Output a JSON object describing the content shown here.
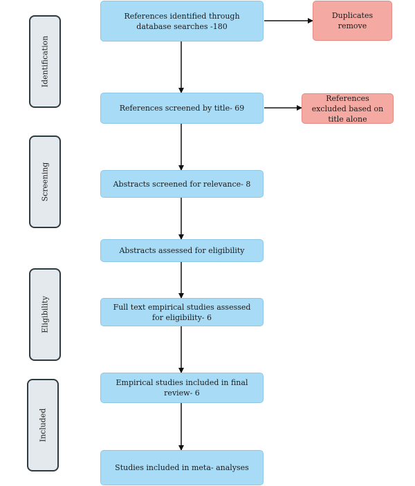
{
  "phases": [
    {
      "label": "Identification"
    },
    {
      "label": "Screening"
    },
    {
      "label": "Eligibility"
    },
    {
      "label": "Included"
    }
  ],
  "boxes": [
    {
      "label": "References identified through database searches -180"
    },
    {
      "label": "References screened by title- 69"
    },
    {
      "label": "Abstracts screened for relevance- 8"
    },
    {
      "label": "Abstracts assessed for eligibility"
    },
    {
      "label": "Full text empirical studies assessed for eligibility- 6"
    },
    {
      "label": "Empirical studies included in final review- 6"
    },
    {
      "label": "Studies included in meta- analyses"
    }
  ],
  "side_boxes": [
    {
      "label": "Duplicates remove"
    },
    {
      "label": "References excluded based on title alone"
    }
  ],
  "colors": {
    "step_fill": "#a8dcf6",
    "exclusion_fill": "#f4aaa3",
    "phase_fill": "#e3e9ec",
    "arrow": "#111111"
  }
}
